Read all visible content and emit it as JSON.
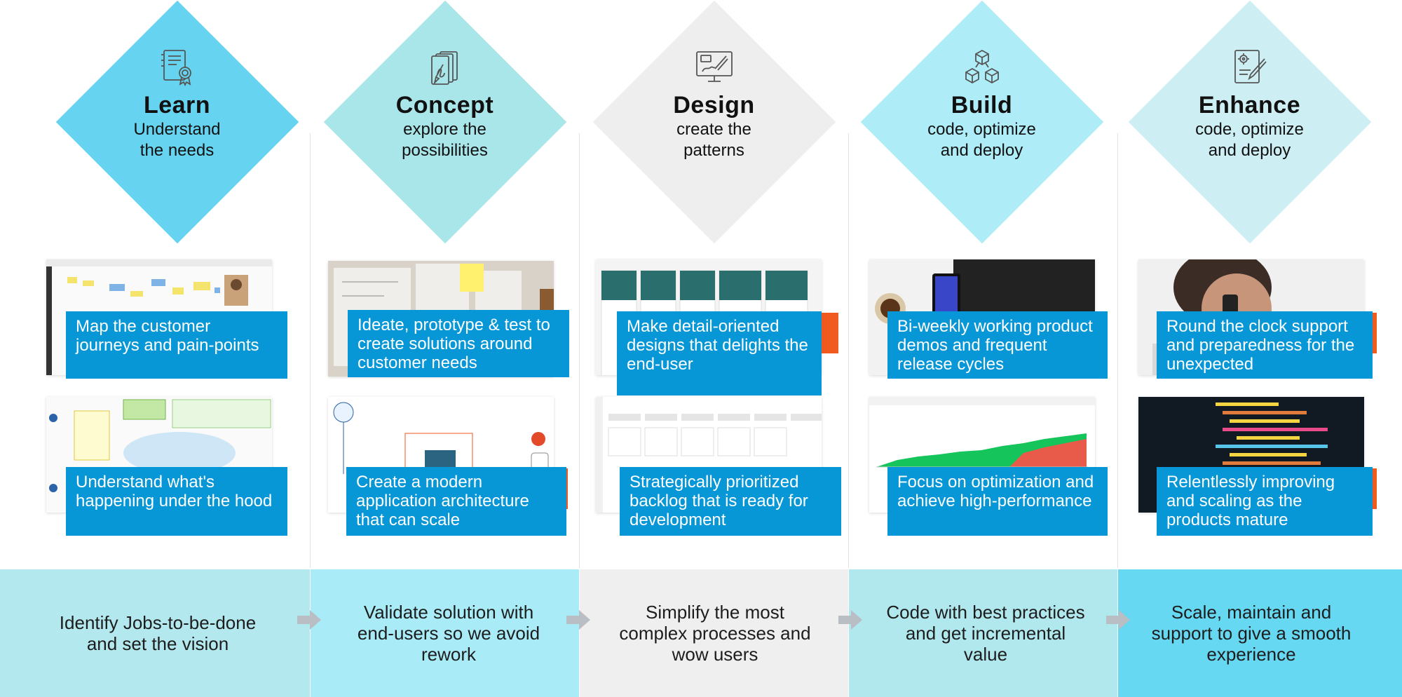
{
  "colors": {
    "learn": "#66d4f1",
    "concept": "#a9e6ea",
    "design": "#eeeeee",
    "build": "#aeedf7",
    "enhance": "#cdeff4",
    "caption": "#0796d6",
    "accent": "#f05a1f",
    "arrow": "#b8bec3"
  },
  "stages": [
    {
      "title": "Learn",
      "subtitle": "Understand the needs",
      "icon": "certificate-document-icon",
      "caption_top": "Map the customer journeys and pain-points",
      "caption_bottom": "Understand what's happening under the hood",
      "band_text": "Identify Jobs-to-be-done and set the vision"
    },
    {
      "title": "Concept",
      "subtitle": "explore the possibilities",
      "icon": "documents-pen-icon",
      "caption_top": "Ideate, prototype & test to create solutions around customer needs",
      "caption_bottom": "Create a modern application architecture that can scale",
      "band_text": "Validate solution with end-users so we avoid rework"
    },
    {
      "title": "Design",
      "subtitle": "create the patterns",
      "icon": "monitor-pen-icon",
      "caption_top": "Make detail-oriented designs that delights the end-user",
      "caption_bottom": "Strategically prioritized backlog that is ready for development",
      "band_text": "Simplify the most complex processes and wow users"
    },
    {
      "title": "Build",
      "subtitle": "code, optimize and deploy",
      "icon": "cubes-icon",
      "caption_top": "Bi-weekly working product demos and frequent release cycles",
      "caption_bottom": "Focus on optimization and achieve high-performance",
      "band_text": "Code with best practices and get incremental value"
    },
    {
      "title": "Enhance",
      "subtitle": "code, optimize and deploy",
      "icon": "gear-document-pen-icon",
      "caption_top": "Round the clock support and preparedness for the unexpected",
      "caption_bottom": "Relentlessly improving and scaling as the products mature",
      "band_text": "Scale, maintain and support to give a smooth experience"
    }
  ]
}
